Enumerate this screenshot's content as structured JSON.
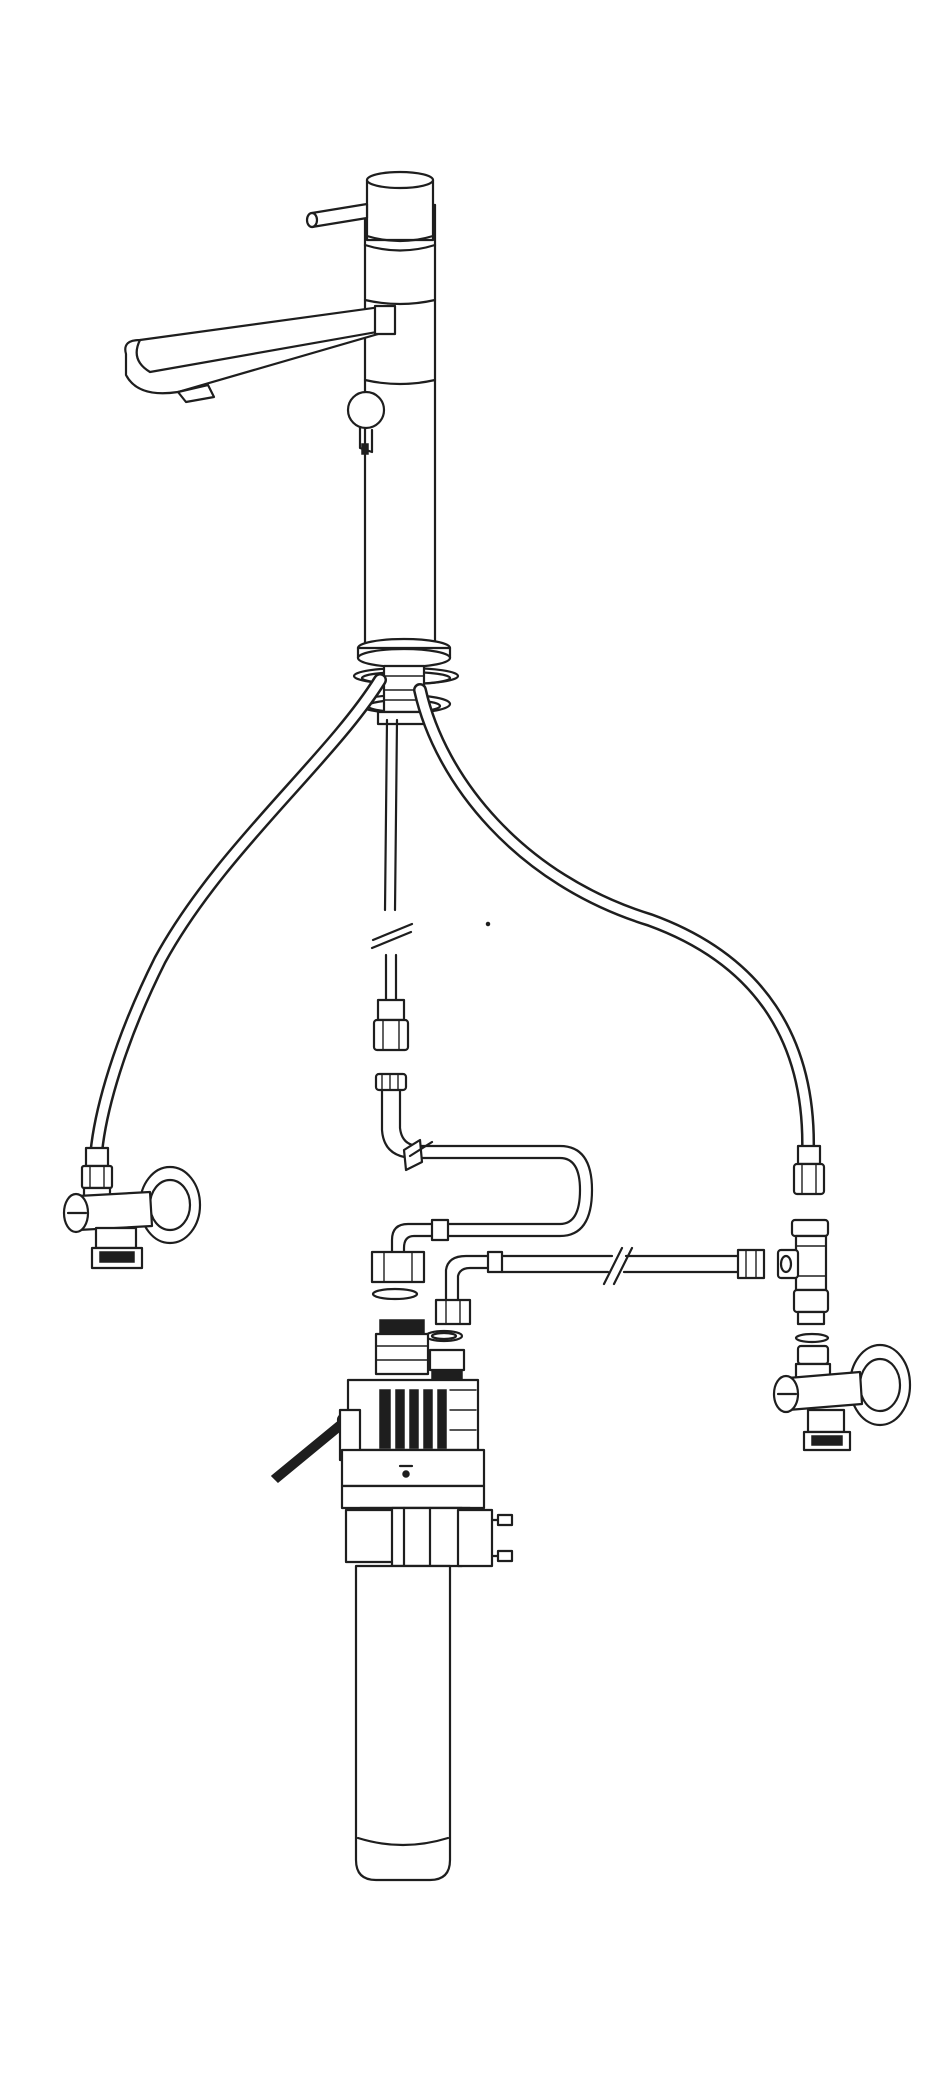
{
  "diagram": {
    "kind": "exploded installation line drawing",
    "background": "#ffffff",
    "line_color": "#1e1e1e",
    "parts": [
      "faucet-body",
      "faucet-lever-handle",
      "faucet-spout",
      "faucet-side-knob",
      "mounting-washers",
      "hot-supply-hose",
      "cold-supply-hose",
      "filtered-water-tube",
      "left-angle-stop-valve",
      "right-angle-stop-valve",
      "tee-adapter",
      "bent-filter-outlet-pipe",
      "filter-inlet-hose",
      "filter-head-bracket",
      "filter-cartridge"
    ]
  }
}
